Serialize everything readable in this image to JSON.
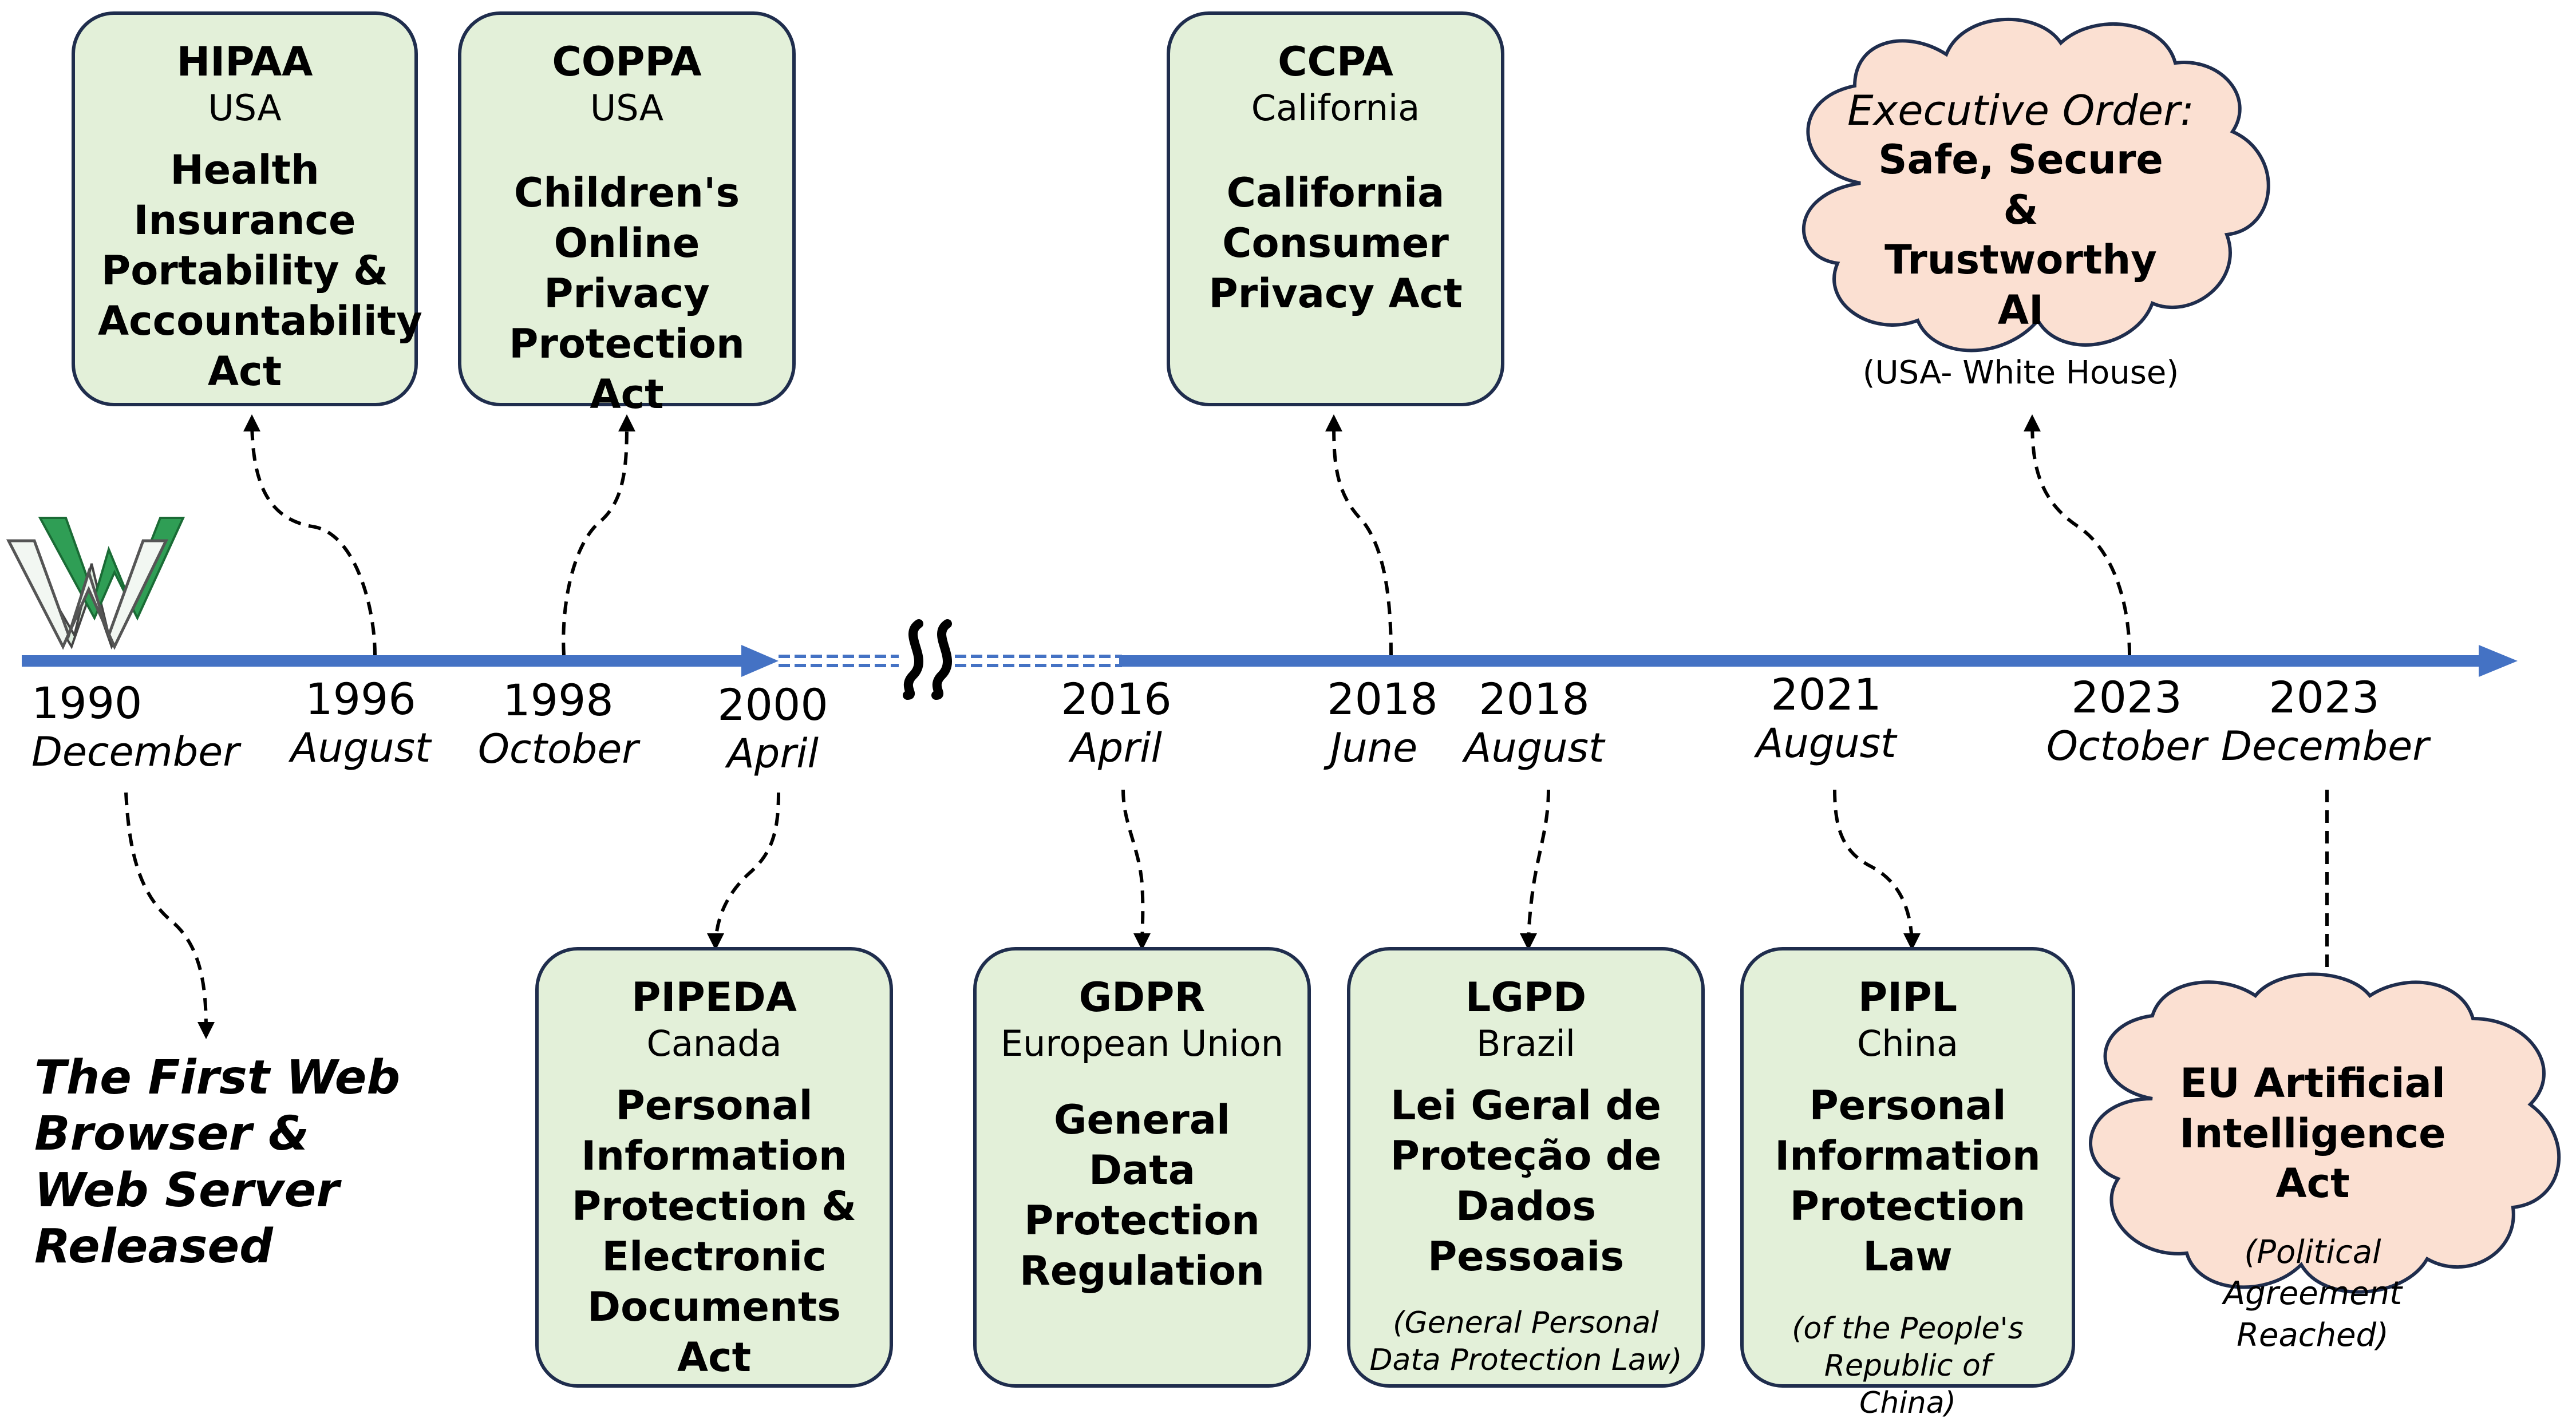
{
  "boxes_top": [
    {
      "abbr": "HIPAA",
      "region": "USA",
      "full": "Health Insurance Portability & Accountability Act"
    },
    {
      "abbr": "COPPA",
      "region": "USA",
      "full": "Children's Online Privacy Protection Act"
    },
    {
      "abbr": "CCPA",
      "region": "California",
      "full": "California Consumer Privacy Act"
    }
  ],
  "cloud_top": {
    "line1": "Executive Order:",
    "line2": "Safe, Secure & Trustworthy AI",
    "line3": "(USA- White House)"
  },
  "boxes_bottom": [
    {
      "abbr": "PIPEDA",
      "region": "Canada",
      "full": "Personal Information Protection & Electronic Documents Act",
      "note": ""
    },
    {
      "abbr": "GDPR",
      "region": "European Union",
      "full": "General Data Protection Regulation",
      "note": ""
    },
    {
      "abbr": "LGPD",
      "region": "Brazil",
      "full": "Lei Geral de Proteção de Dados Pessoais",
      "note": "(General Personal Data Protection Law)"
    },
    {
      "abbr": "PIPL",
      "region": "China",
      "full": "Personal Information Protection Law",
      "note": "(of the People's Republic of China)"
    }
  ],
  "cloud_bottom": {
    "line1": "EU Artificial Intelligence Act",
    "line2": "(Political Agreement Reached)"
  },
  "dates": [
    {
      "year": "1990",
      "month": "December"
    },
    {
      "year": "1996",
      "month": "August"
    },
    {
      "year": "1998",
      "month": "October"
    },
    {
      "year": "2000",
      "month": "April"
    },
    {
      "year": "2016",
      "month": "April"
    },
    {
      "year": "2018",
      "month": "June"
    },
    {
      "year": "2018",
      "month": "August"
    },
    {
      "year": "2021",
      "month": "August"
    },
    {
      "year": "2023",
      "month": "October"
    },
    {
      "year": "2023",
      "month": "December"
    }
  ],
  "milestone": "The First Web Browser & Web Server Released",
  "colors": {
    "box_fill": "#e3f0d9",
    "cloud_fill": "#fbe0d2",
    "timeline": "#4472c4",
    "outline": "#1f2d4d"
  },
  "icons": [
    "www-logo-icon",
    "axis-break-icon"
  ]
}
